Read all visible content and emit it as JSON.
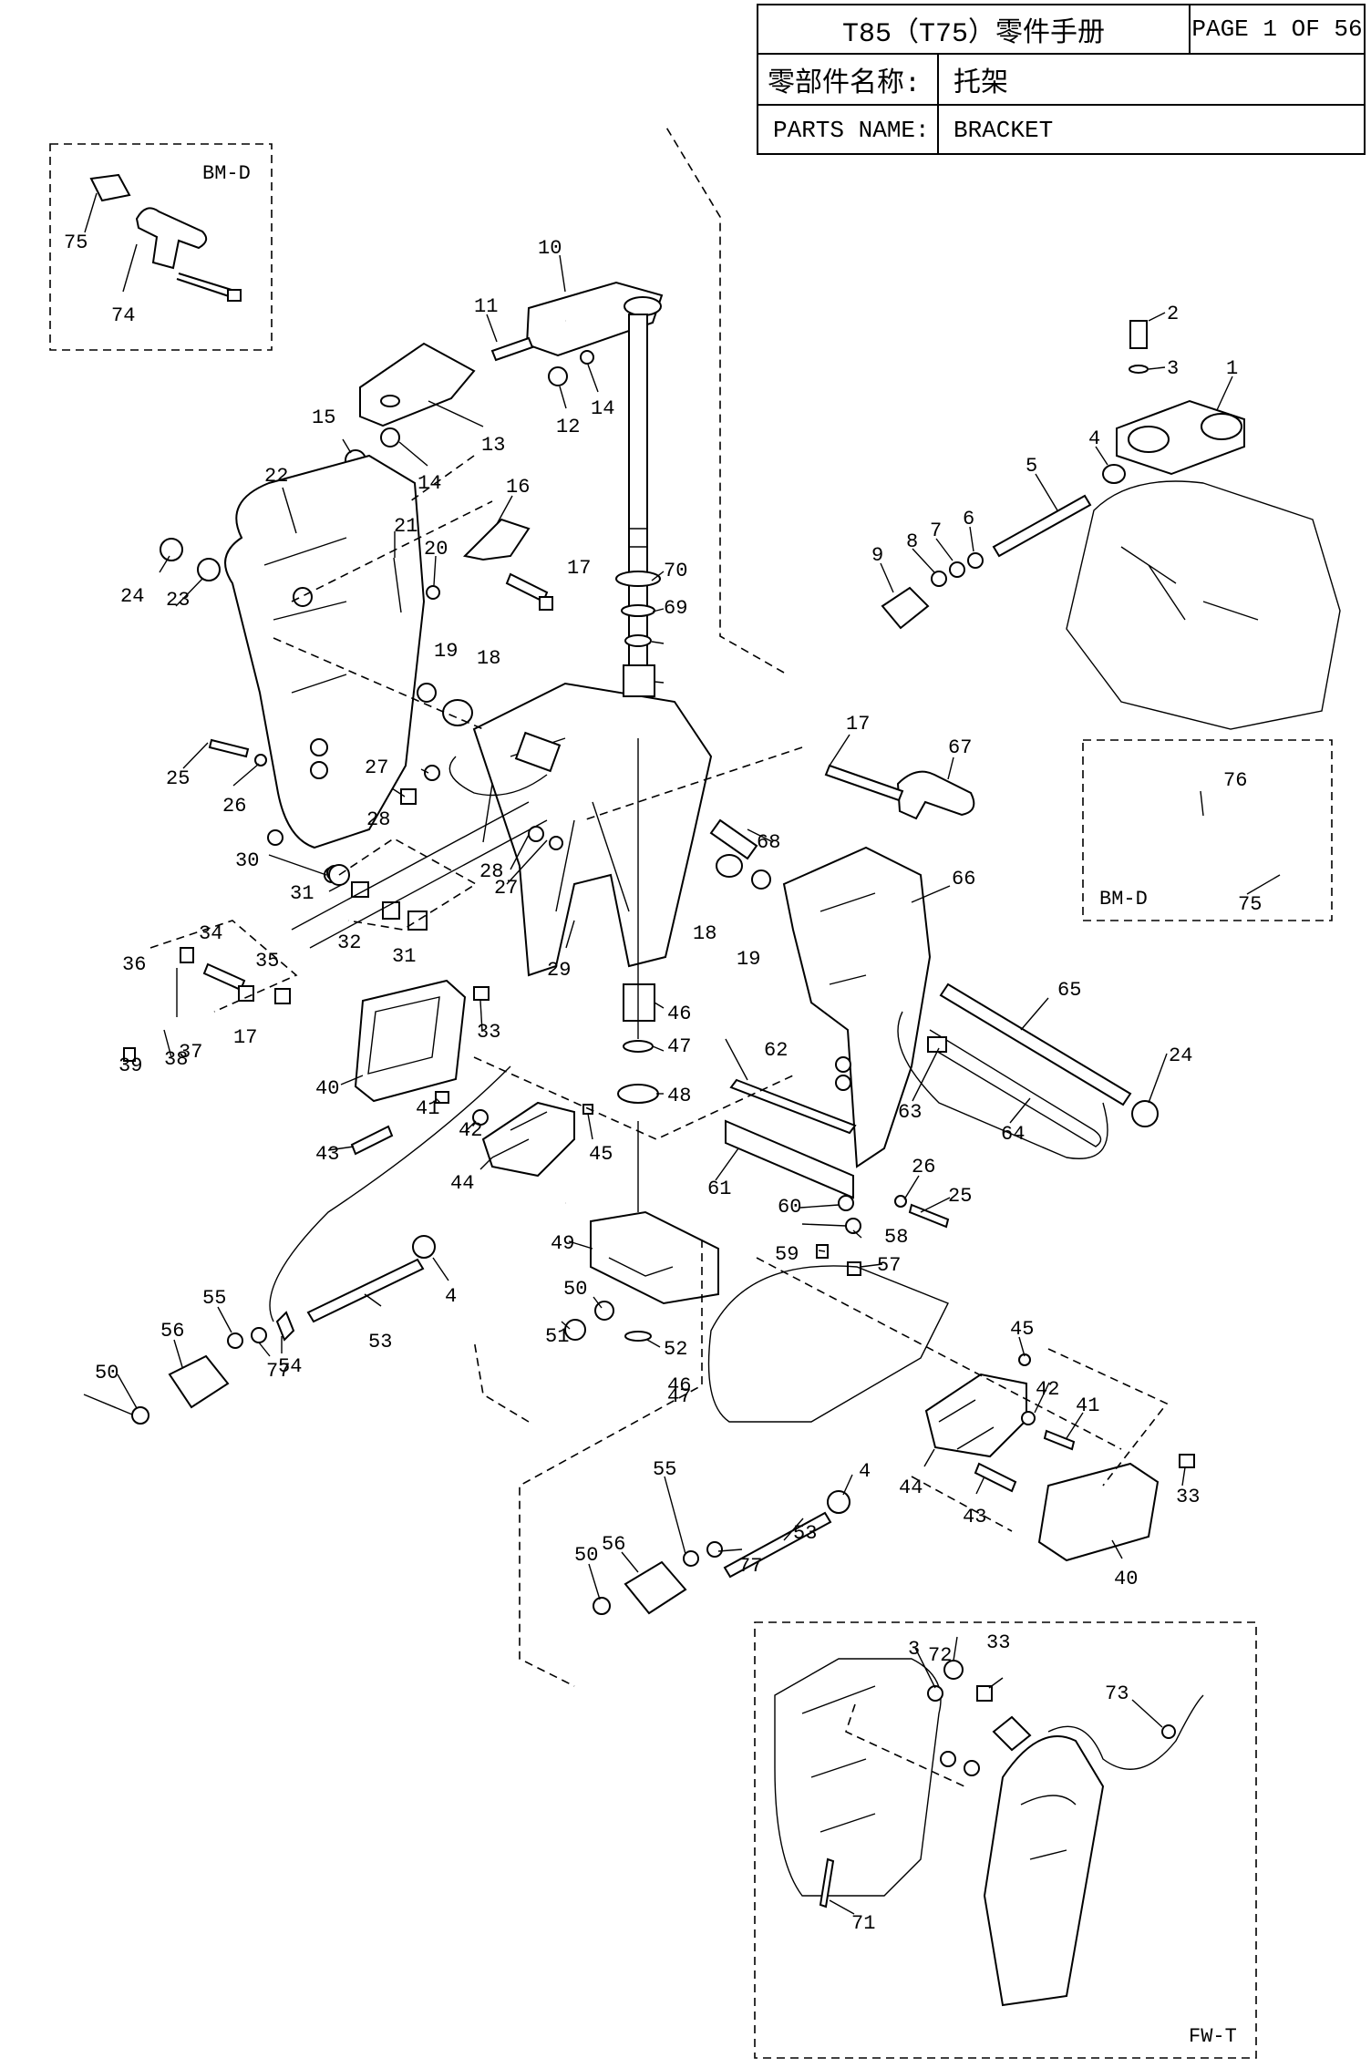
{
  "header": {
    "doc_title": "T85（T75）零件手册",
    "page": "PAGE 1 OF 56",
    "name_label_cn": "零部件名称:",
    "name_value_cn": "托架",
    "name_label_en": "PARTS NAME:",
    "name_value_en": "BRACKET"
  },
  "diagram": {
    "callouts": [
      "1",
      "2",
      "3",
      "4",
      "5",
      "6",
      "7",
      "8",
      "9",
      "10",
      "11",
      "12",
      "13",
      "14",
      "14",
      "15",
      "16",
      "17",
      "17",
      "17",
      "18",
      "18",
      "19",
      "19",
      "20",
      "21",
      "22",
      "23",
      "24",
      "24",
      "25",
      "25",
      "26",
      "26",
      "27",
      "27",
      "28",
      "28",
      "29",
      "30",
      "31",
      "31",
      "32",
      "33",
      "33",
      "33",
      "34",
      "35",
      "36",
      "37",
      "38",
      "39",
      "40",
      "40",
      "41",
      "41",
      "42",
      "42",
      "43",
      "43",
      "44",
      "44",
      "45",
      "45",
      "46",
      "46",
      "47",
      "47",
      "48",
      "49",
      "50",
      "50",
      "50",
      "51",
      "52",
      "53",
      "53",
      "54",
      "55",
      "55",
      "56",
      "56",
      "57",
      "58",
      "59",
      "60",
      "61",
      "62",
      "63",
      "64",
      "65",
      "66",
      "67",
      "68",
      "69",
      "70",
      "71",
      "72",
      "73",
      "74",
      "75",
      "75",
      "76",
      "77",
      "77",
      "3",
      "4",
      "4"
    ],
    "variant_labels": {
      "bmd_top": "BM-D",
      "bmd_right": "BM-D",
      "fwt": "FW-T"
    }
  }
}
